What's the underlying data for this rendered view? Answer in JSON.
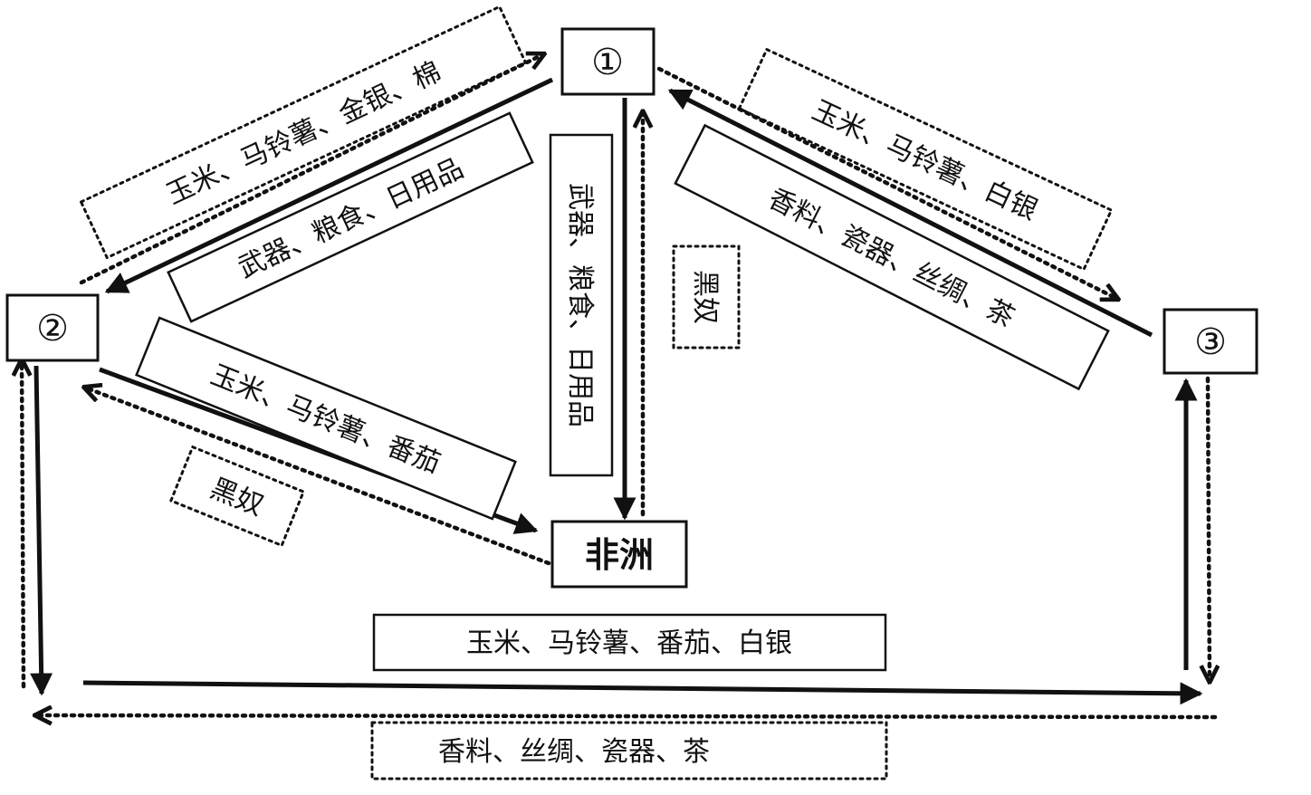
{
  "nodes": {
    "n1": "①",
    "n2": "②",
    "n3": "③",
    "africa": "非洲"
  },
  "labels": {
    "n1_to_n2_goods": "武器、粮食、日用品",
    "n2_to_n1_goods": "玉米、马铃薯、金银、棉",
    "n1_to_africa_goods": "武器、粮食、日用品",
    "africa_to_n1_goods": "黑奴",
    "n2_to_africa_goods": "玉米、马铃薯、番茄",
    "africa_to_n2_goods": "黑奴",
    "n3_to_n1_goods": "香料、瓷器、丝绸、茶",
    "n1_to_n3_goods": "玉米、马铃薯、白银",
    "n2_to_n3_goods": "玉米、马铃薯、番茄、白银",
    "n3_to_n2_goods": "香料、丝绸、瓷器、茶"
  }
}
